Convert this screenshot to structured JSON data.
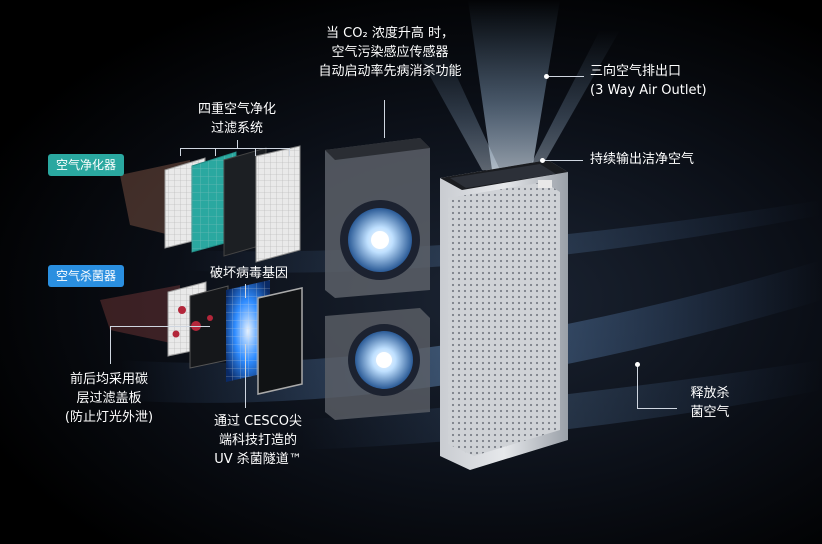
{
  "labels": {
    "top_center": "当 CO₂ 浓度升高 时，\n空气污染感应传感器\n自动启动率先病消杀功能",
    "four_layer": "四重空气净化\n过滤系统",
    "badge_purifier": "空气净化器",
    "badge_sterilizer": "空气杀菌器",
    "destroy_gene": "破坏病毒基因",
    "front_back": "前后均采用碳\n层过滤盖板\n(防止灯光外泄)",
    "uv_tunnel": "通过 CESCO尖\n端科技打造的\nUV 杀菌隧道™",
    "outlet": "三向空气排出口\n(3 Way Air Outlet)",
    "clean_air": "持续输出洁净空气",
    "release_sterile": "释放杀\n菌空气"
  },
  "colors": {
    "teal_badge": "#2aa8a0",
    "blue_badge": "#2a8fe0",
    "uv_glow": "#2f8cff"
  }
}
